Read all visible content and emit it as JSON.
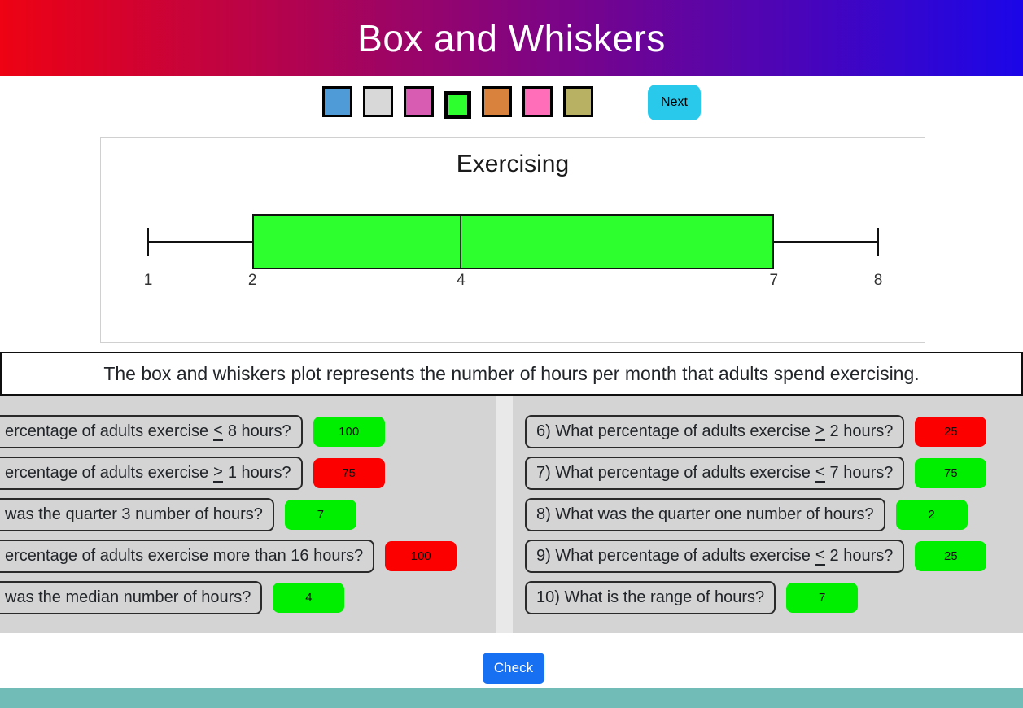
{
  "header": {
    "title": "Box and Whiskers"
  },
  "toolbar": {
    "next_label": "Next",
    "palette": [
      {
        "name": "blue",
        "color": "#4f9bd8",
        "selected": false
      },
      {
        "name": "light-gray",
        "color": "#d8d8d8",
        "selected": false
      },
      {
        "name": "magenta",
        "color": "#d75cb2",
        "selected": false
      },
      {
        "name": "green",
        "color": "#2dfe2d",
        "selected": true
      },
      {
        "name": "orange",
        "color": "#d8823e",
        "selected": false
      },
      {
        "name": "pink",
        "color": "#ff6eb9",
        "selected": false
      },
      {
        "name": "khaki",
        "color": "#b8b062",
        "selected": false
      }
    ]
  },
  "chart_data": {
    "type": "boxplot",
    "orientation": "horizontal",
    "title": "Exercising",
    "min": 1,
    "q1": 2,
    "median": 4,
    "q3": 7,
    "max": 8,
    "axis_min": 1,
    "axis_max": 8,
    "ticks": [
      1,
      2,
      4,
      7,
      8
    ],
    "box_color": "#2dfe2d"
  },
  "description": {
    "text": "The box and whiskers plot represents the number of hours per month that adults spend exercising."
  },
  "questions": {
    "left": [
      {
        "prefix": "ercentage of adults exercise",
        "comparator": "<",
        "suffix": "8 hours?",
        "answer": "100",
        "result": "correct"
      },
      {
        "prefix": "ercentage of adults exercise",
        "comparator": ">",
        "suffix": "1 hours?",
        "answer": "75",
        "result": "incorrect"
      },
      {
        "prefix": "was the quarter 3 number of hours?",
        "comparator": "",
        "suffix": "",
        "answer": "7",
        "result": "correct"
      },
      {
        "prefix": "ercentage of adults exercise more than 16 hours?",
        "comparator": "",
        "suffix": "",
        "answer": "100",
        "result": "incorrect"
      },
      {
        "prefix": "was the median number of hours?",
        "comparator": "",
        "suffix": "",
        "answer": "4",
        "result": "correct"
      }
    ],
    "right": [
      {
        "prefix": "6) What percentage of adults exercise",
        "comparator": ">",
        "suffix": "2 hours?",
        "answer": "25",
        "result": "incorrect"
      },
      {
        "prefix": "7) What percentage of adults exercise",
        "comparator": "<",
        "suffix": "7 hours?",
        "answer": "75",
        "result": "correct"
      },
      {
        "prefix": "8) What was the quarter one number of hours?",
        "comparator": "",
        "suffix": "",
        "answer": "2",
        "result": "correct"
      },
      {
        "prefix": "9) What percentage of adults exercise",
        "comparator": "<",
        "suffix": "2 hours?",
        "answer": "25",
        "result": "correct"
      },
      {
        "prefix": "10) What is the range of hours?",
        "comparator": "",
        "suffix": "",
        "answer": "7",
        "result": "correct"
      }
    ]
  },
  "check": {
    "label": "Check"
  },
  "colors": {
    "correct": "#00ee00",
    "incorrect": "#fc0000",
    "header_gradient_left": "#ee0213",
    "header_gradient_right": "#1b06e8",
    "next_cyan": "#29c9ec",
    "check_blue": "#176ff2",
    "footer_teal": "#72bcb8"
  }
}
